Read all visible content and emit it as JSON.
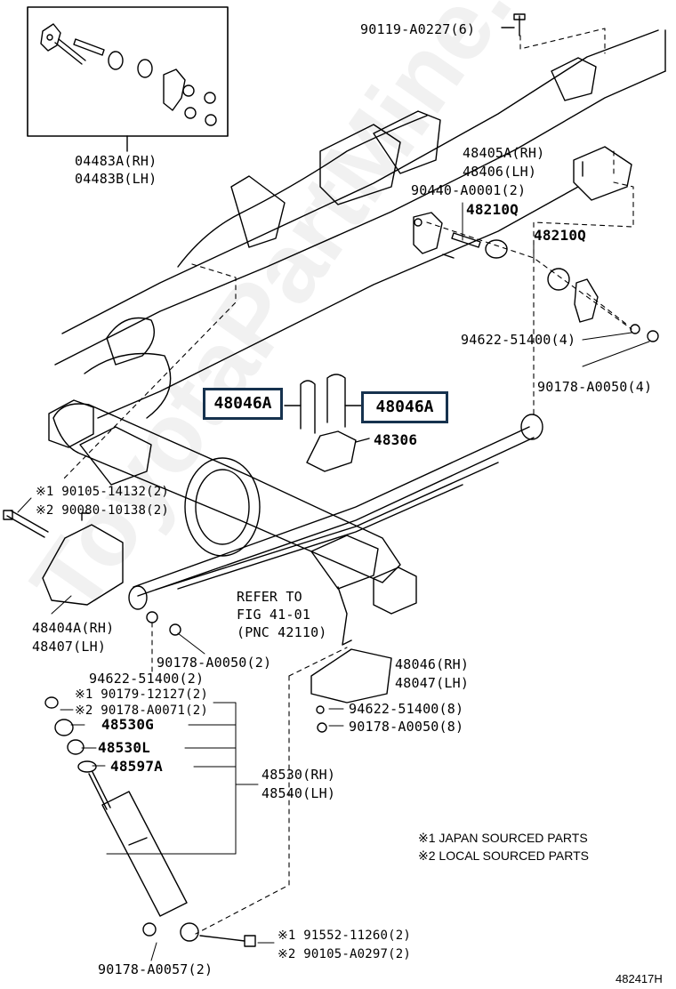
{
  "watermark": "ToyotaPartMine.ru",
  "figure_code": "482417H",
  "refer": {
    "line1": "REFER TO",
    "line2": "FIG 41-01",
    "line3": "(PNC 42110)"
  },
  "highlight": {
    "left": "48046A",
    "right": "48046A"
  },
  "notes": [
    "※1 JAPAN SOURCED PARTS",
    "※2 LOCAL SOURCED PARTS"
  ],
  "parts": {
    "p_90119": "90119-A0227(6)",
    "p_04483a": "04483A(RH)",
    "p_04483b": "04483B(LH)",
    "p_48405a": "48405A(RH)",
    "p_48406": "48406(LH)",
    "p_90440": "90440-A0001(2)",
    "p_48210q_a": "48210Q",
    "p_48210q_b": "48210Q",
    "p_94622_top": "94622-51400(4)",
    "p_90178_top": "90178-A0050(4)",
    "p_48306": "48306",
    "p_90105_14132": "※1 90105-14132(2)",
    "p_90080": "※2 90080-10138(2)",
    "p_48404a": "48404A(RH)",
    "p_48407": "48407(LH)",
    "p_90178_mid": "90178-A0050(2)",
    "p_94622_mid": "94622-51400(2)",
    "p_48046rh": "48046(RH)",
    "p_48047lh": "48047(LH)",
    "p_90179": "※1 90179-12127(2)",
    "p_90178_a0071": "※2 90178-A0071(2)",
    "p_48530g": "48530G",
    "p_48530l": "48530L",
    "p_48597a": "48597A",
    "p_94622_8": "94622-51400(8)",
    "p_90178_8": "90178-A0050(8)",
    "p_48530rh": "48530(RH)",
    "p_48540lh": "48540(LH)",
    "p_91552": "※1 91552-11260(2)",
    "p_90105_a0297": "※2 90105-A0297(2)",
    "p_90178_a0057": "90178-A0057(2)"
  }
}
